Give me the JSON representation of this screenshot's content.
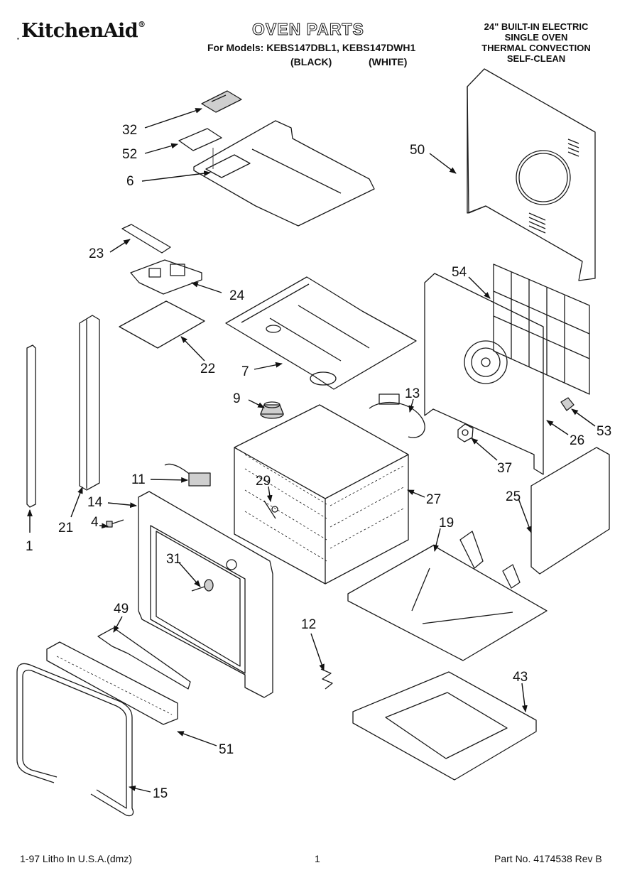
{
  "header": {
    "brand": "KitchenAid",
    "brand_mark": "®",
    "title": "OVEN PARTS",
    "models_line": "For Models: KEBS147DBL1, KEBS147DWH1",
    "variant_black": "(BLACK)",
    "variant_white": "(WHITE)",
    "spec_lines": [
      "24\" BUILT-IN ELECTRIC",
      "SINGLE OVEN",
      "THERMAL CONVECTION",
      "SELF-CLEAN"
    ]
  },
  "callouts": {
    "c32": "32",
    "c52": "52",
    "c6": "6",
    "c50": "50",
    "c23": "23",
    "c24": "24",
    "c22": "22",
    "c7": "7",
    "c54": "54",
    "c9": "9",
    "c13": "13",
    "c53": "53",
    "c26": "26",
    "c37": "37",
    "c11": "11",
    "c29": "29",
    "c27": "27",
    "c14": "14",
    "c4": "4",
    "c21": "21",
    "c1": "1",
    "c25": "25",
    "c19": "19",
    "c31": "31",
    "c49": "49",
    "c12": "12",
    "c43": "43",
    "c51": "51",
    "c15": "15"
  },
  "footer": {
    "litho": "1-97 Litho In U.S.A.(dmz)",
    "page": "1",
    "part_no": "Part No. 4174538 Rev B"
  }
}
